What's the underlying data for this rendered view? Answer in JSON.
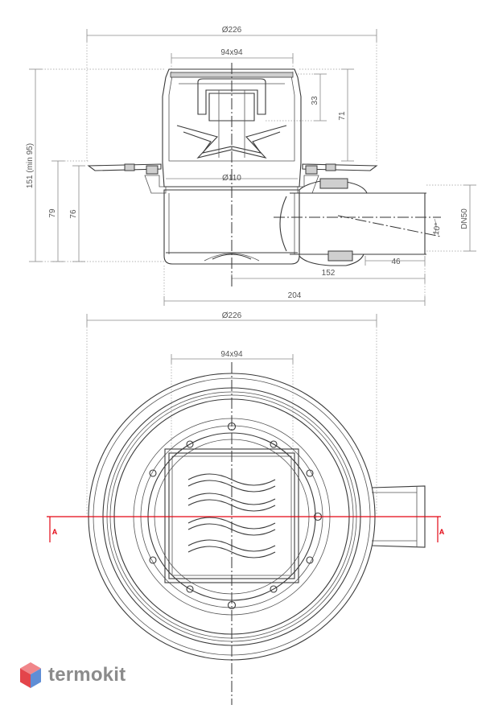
{
  "side_view": {
    "dim_overall_width": "Ø226",
    "dim_grate": "94x94",
    "dim_33": "33",
    "dim_71": "71",
    "dim_height": "151 (min 95)",
    "dim_79": "79",
    "dim_76": "76",
    "dim_body": "Ø110",
    "dim_outlet": "DN50",
    "dim_slope": "10°",
    "dim_46": "46",
    "dim_152": "152",
    "dim_204": "204"
  },
  "top_view": {
    "dim_overall_width": "Ø226",
    "dim_grate": "94x94",
    "section_left": "A",
    "section_right": "A"
  },
  "logo": {
    "text": "termokit",
    "colors": {
      "top": "#f0868a",
      "left": "#e3454b",
      "right": "#5f8ed6"
    }
  },
  "colors": {
    "section_line": "#e30613",
    "outline": "#3a3a3a"
  }
}
